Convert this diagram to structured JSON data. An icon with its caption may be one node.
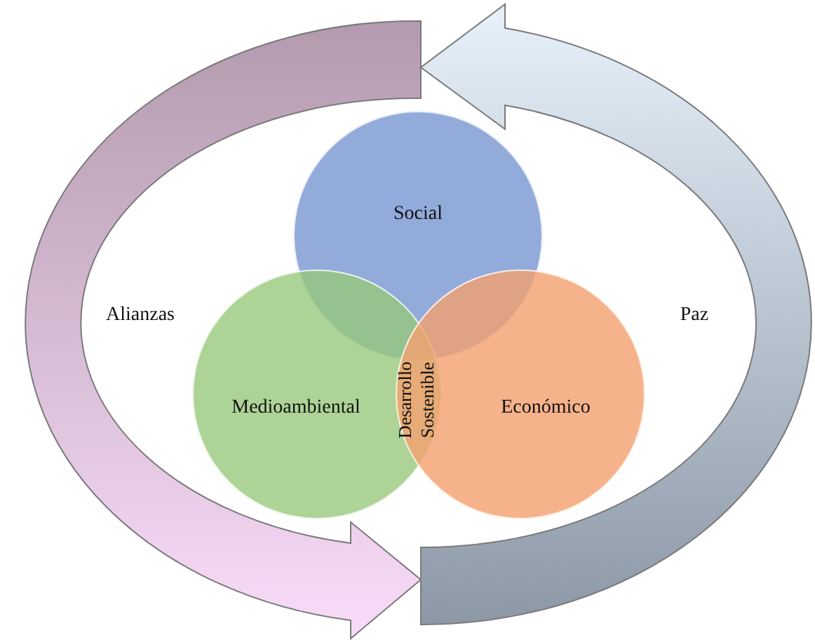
{
  "diagram": {
    "nodes": [
      {
        "text": [
          "Social"
        ]
      },
      {
        "text": [
          "Medioambiental"
        ]
      },
      {
        "text": [
          "Económico"
        ]
      }
    ],
    "labels": [
      "Alianzas",
      "Paz",
      "Desarrollo Sostenible"
    ]
  }
}
